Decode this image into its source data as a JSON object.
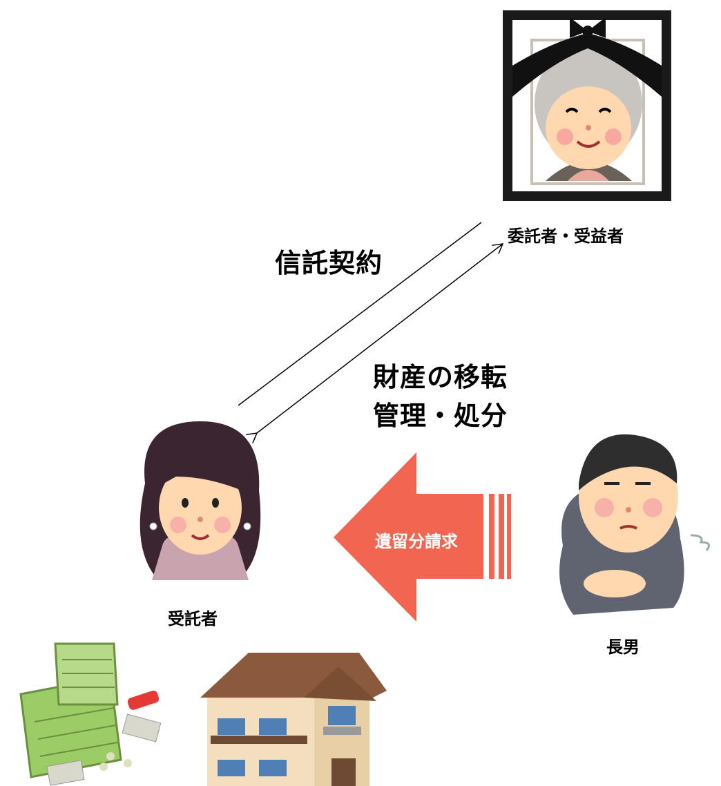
{
  "labels": {
    "grantor_beneficiary": "委託者・受益者",
    "trust_contract": "信託契約",
    "transfer_line1": "財産の移転",
    "transfer_line2": "管理・処分",
    "trustee": "受託者",
    "eldest_son": "長男",
    "claim": "遺留分請求"
  },
  "colors": {
    "claim_arrow": "#f26651",
    "frame": "#1a1a1a",
    "roof": "#8b5a3c",
    "wall": "#f0d9b0",
    "bankbook": "#9ccc65"
  },
  "icons": {
    "grantor": "memorial-portrait-elderly-woman-icon",
    "trustee": "middle-aged-woman-icon",
    "son": "sighing-man-icon",
    "bankbook": "bankbook-money-icon",
    "house": "house-icon"
  }
}
